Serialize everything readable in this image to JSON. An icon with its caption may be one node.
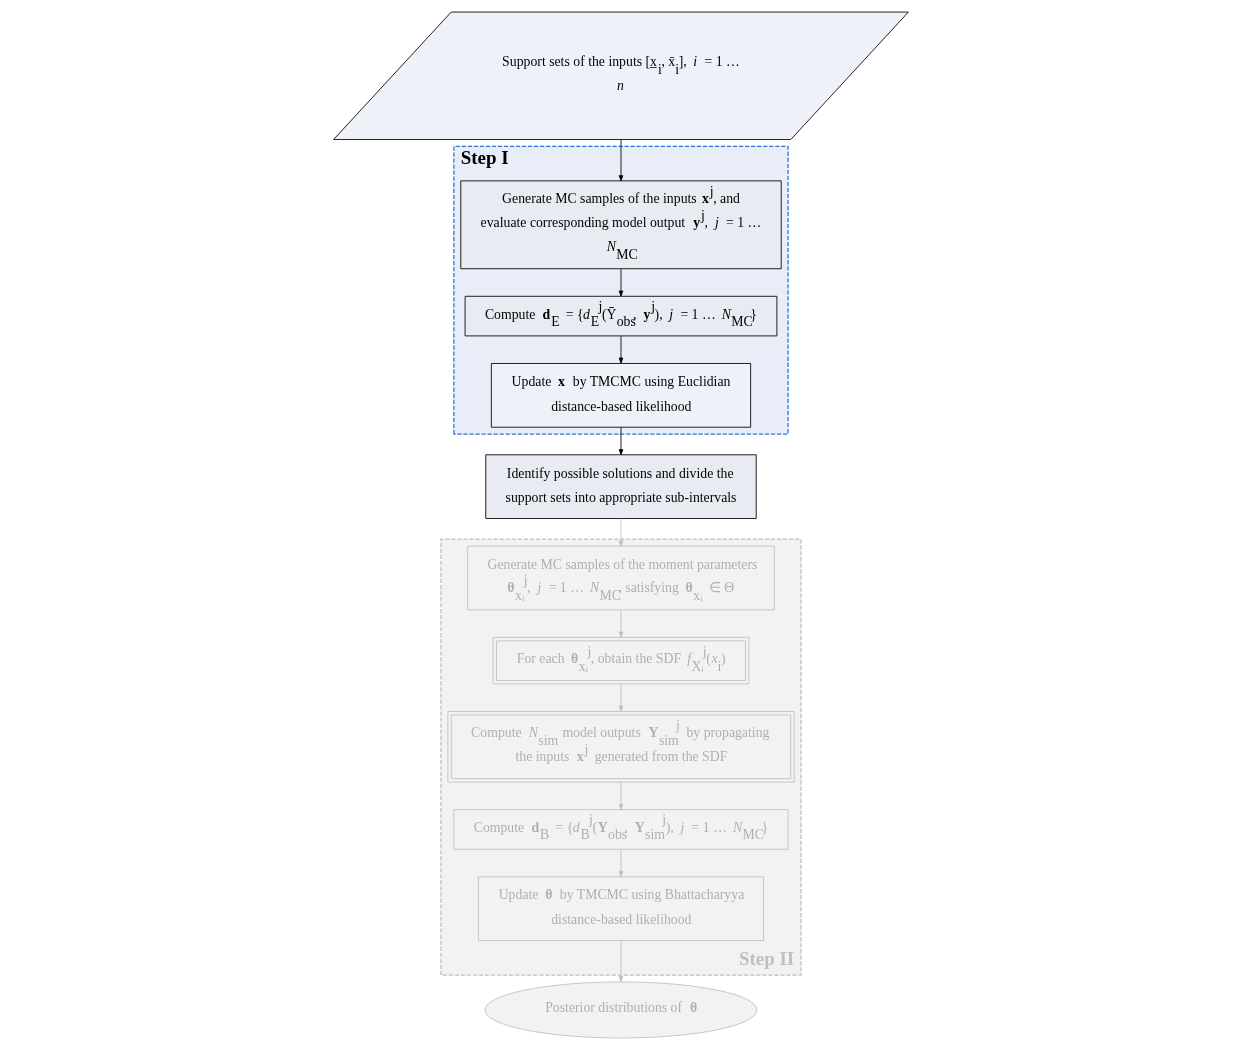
{
  "diagram": {
    "nodes": [
      {
        "text": [
          "Support sets of the inputs [x̲$_{i}$, x̄$_{i}$], *i* = 1 … *n*"
        ]
      },
      {
        "text": [
          "Step I"
        ]
      },
      {
        "text": [
          "Generate MC samples of the inputs **x**$^{j}$, and evaluate corresponding model output **y**$^{j}$, *j* = 1 … *N*$_{MC}$"
        ],
        "in": 1
      },
      {
        "text": [
          "Compute **d**$_{E}$ = {*d*$_{E}$$^{j}$(Ȳ$_{obs}$, **y**$^{j}$), *j* = 1 … *N*$_{MC}$}"
        ],
        "in": 1
      },
      {
        "text": [
          "Update **x** by TMCMC using Euclidian distance-based likelihood"
        ],
        "in": 1
      },
      {
        "text": [
          "Identify possible solutions and divide the support sets into appropriate sub-intervals"
        ]
      },
      {
        "text": [
          "Step II"
        ]
      },
      {
        "text": [
          "Generate MC samples of the moment parameters **θ**$_{xᵢ}$$^{j}$, *j* = 1 … *N*$_{MC}$, satisfying **θ**$_{xᵢ}$ ∈ Θ"
        ],
        "in": 6
      },
      {
        "text": [
          "For each **θ**$_{xᵢ}$$^{j}$, obtain the SDF *f*$_{Xᵢ}$$^{j}$(*x*$_{i}$)"
        ],
        "in": 6
      },
      {
        "text": [
          "Compute *N*$_{sim}$ model outputs **Y**$_{sim}$$^{j}$ by propagating the inputs **x**$^{j}$ generated from the SDF"
        ],
        "in": 6
      },
      {
        "text": [
          "Compute **d**$_{B}$ = {*d*$_{B}$$^{j}$(**Y**$_{obs}$, **Y**$_{sim}$$^{j}$), *j* = 1 … *N*$_{MC}$}"
        ],
        "in": 6
      },
      {
        "text": [
          "Update **θ** by TMCMC using Bhattacharyya distance-based likelihood"
        ],
        "in": 6
      },
      {
        "text": [
          "Posterior distributions of **θ**"
        ]
      }
    ],
    "edges": [
      {
        "from": 0,
        "to": 2,
        "arrow": "to",
        "color": "#000000"
      },
      {
        "from": 2,
        "to": 3,
        "arrow": "to",
        "color": "#000000"
      },
      {
        "from": 3,
        "to": 4,
        "arrow": "to",
        "color": "#000000"
      },
      {
        "from": 4,
        "to": 5,
        "arrow": "to",
        "color": "#000000"
      },
      {
        "from": 5,
        "to": 7,
        "arrow": "to",
        "color": "#bfbfbf"
      },
      {
        "from": 7,
        "to": 8,
        "arrow": "to",
        "color": "#bfbfbf"
      },
      {
        "from": 8,
        "to": 9,
        "arrow": "to",
        "color": "#bfbfbf"
      },
      {
        "from": 9,
        "to": 10,
        "arrow": "to",
        "color": "#bfbfbf"
      },
      {
        "from": 10,
        "to": 11,
        "arrow": "to",
        "color": "#bfbfbf"
      },
      {
        "from": 11,
        "to": 12,
        "arrow": "to",
        "color": "#bfbfbf"
      }
    ]
  }
}
